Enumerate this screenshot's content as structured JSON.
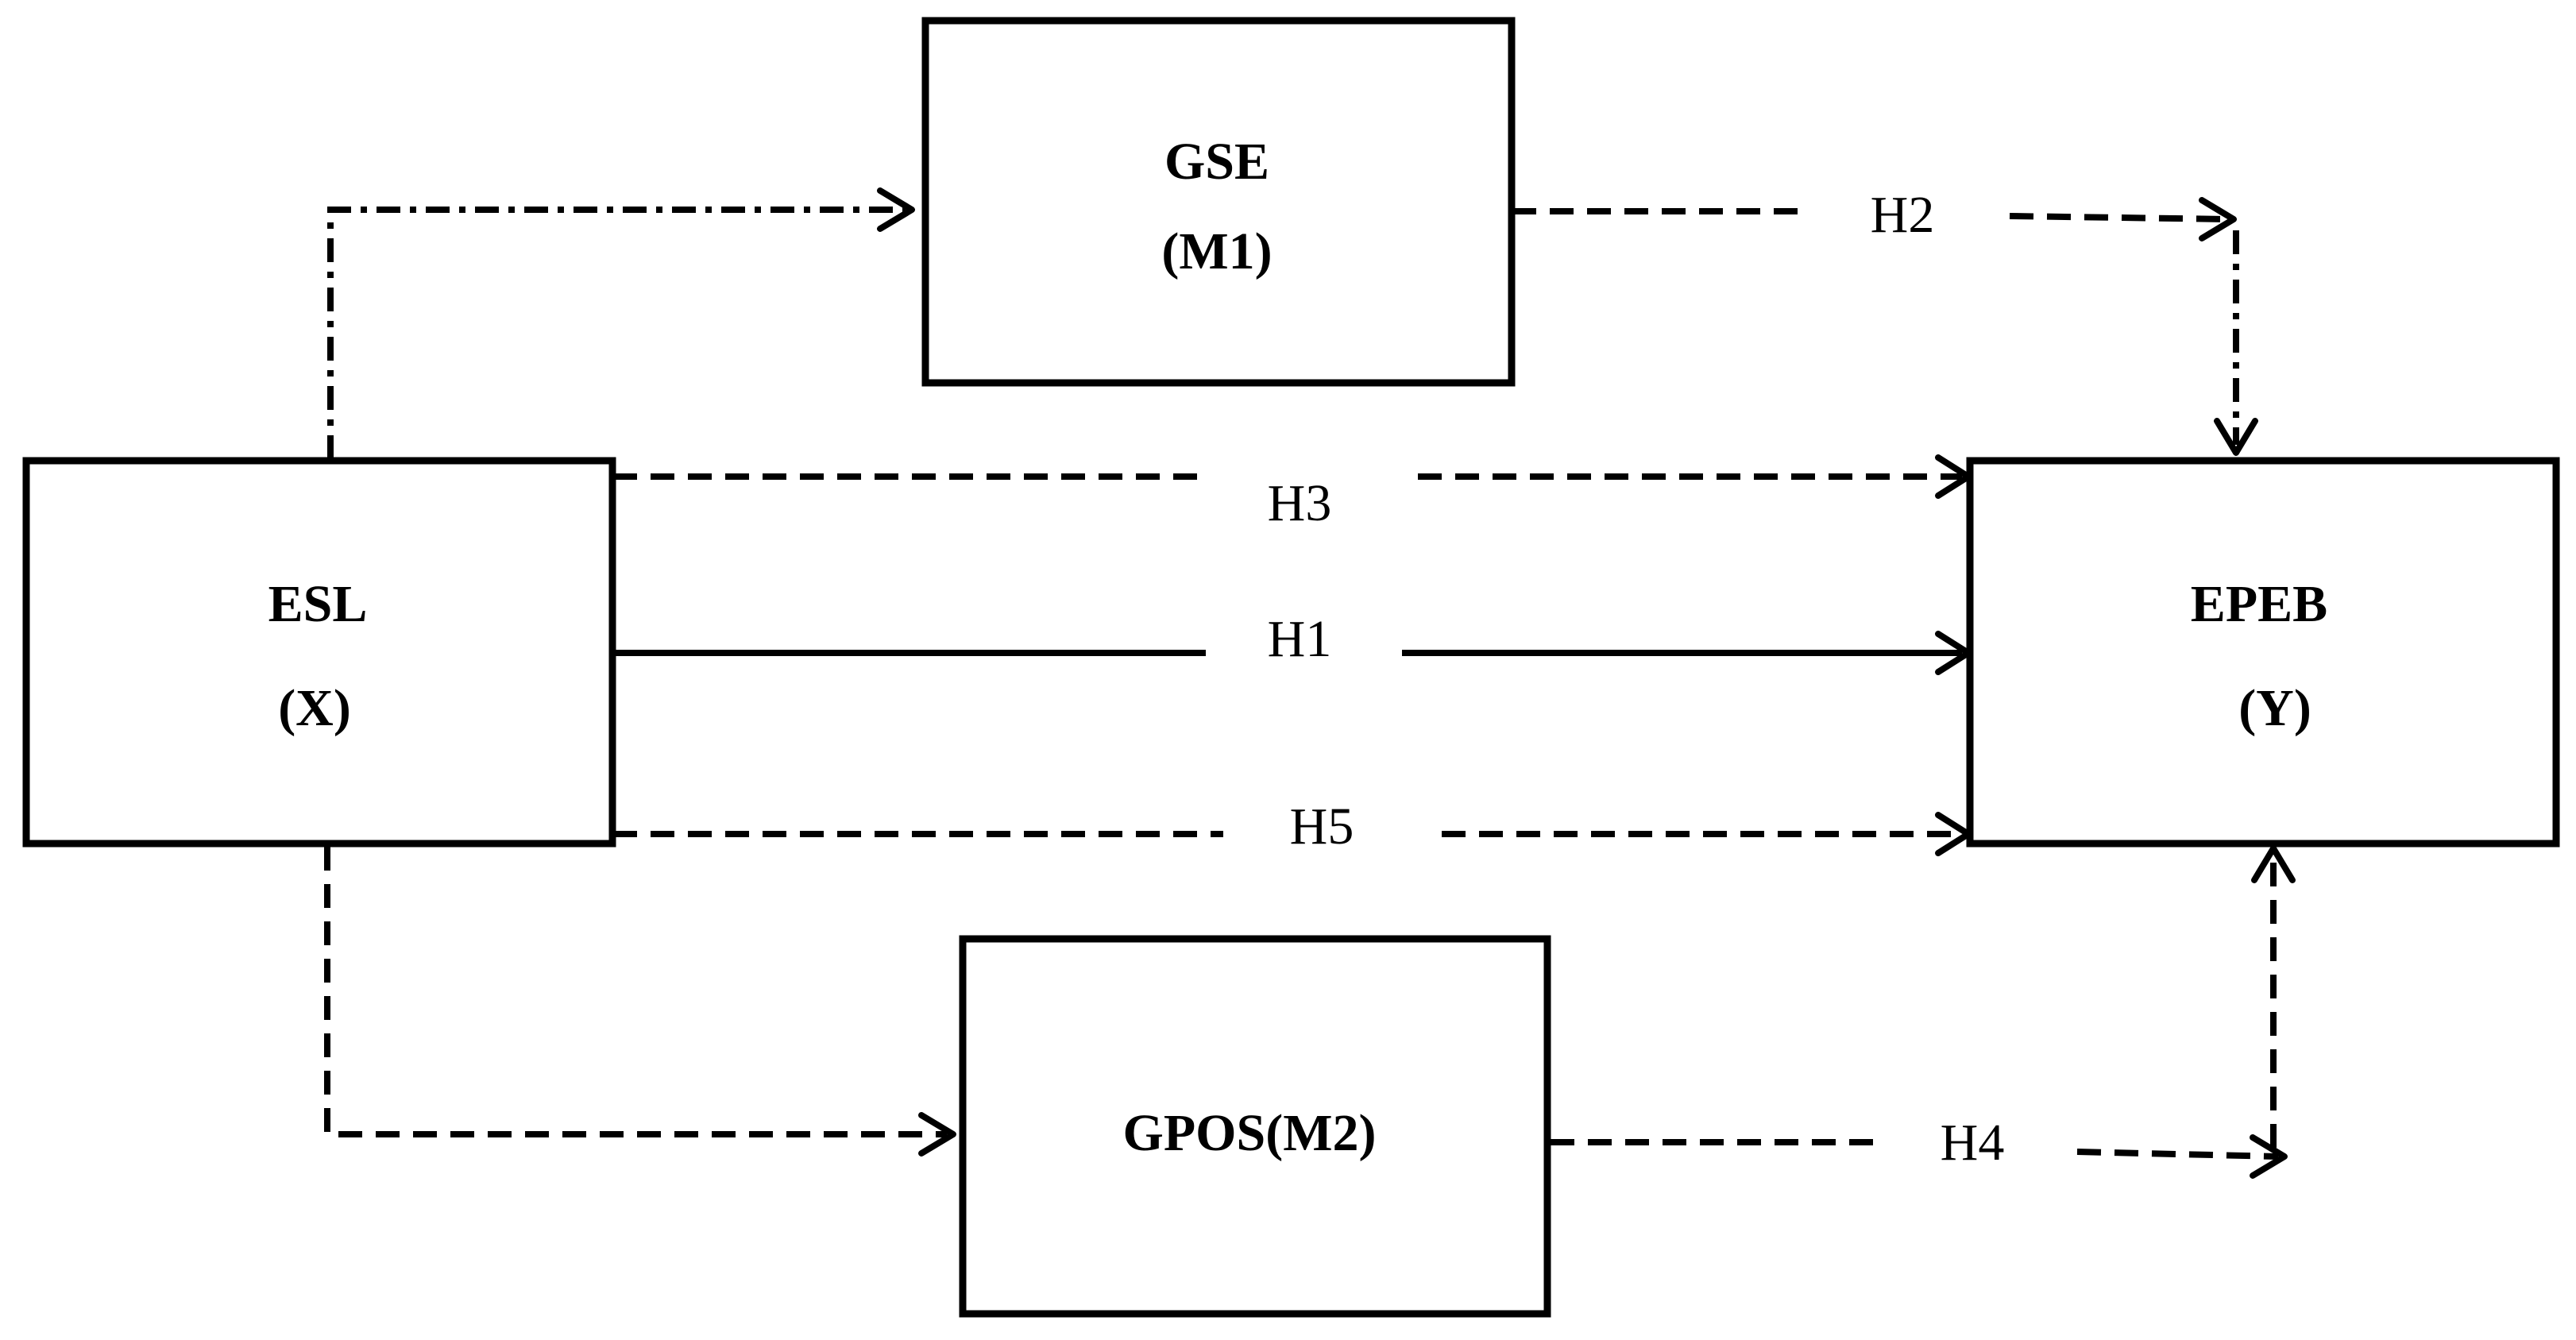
{
  "nodes": {
    "gse": {
      "line1": "GSE",
      "line2": "(M1)"
    },
    "esl": {
      "line1": "ESL",
      "line2": "(X)"
    },
    "epeb": {
      "line1": "EPEB",
      "line2": "(Y)"
    },
    "gpos": {
      "line1": "GPOS(M2)"
    }
  },
  "edges": {
    "h1": "H1",
    "h2": "H2",
    "h3": "H3",
    "h4": "H4",
    "h5": "H5"
  }
}
